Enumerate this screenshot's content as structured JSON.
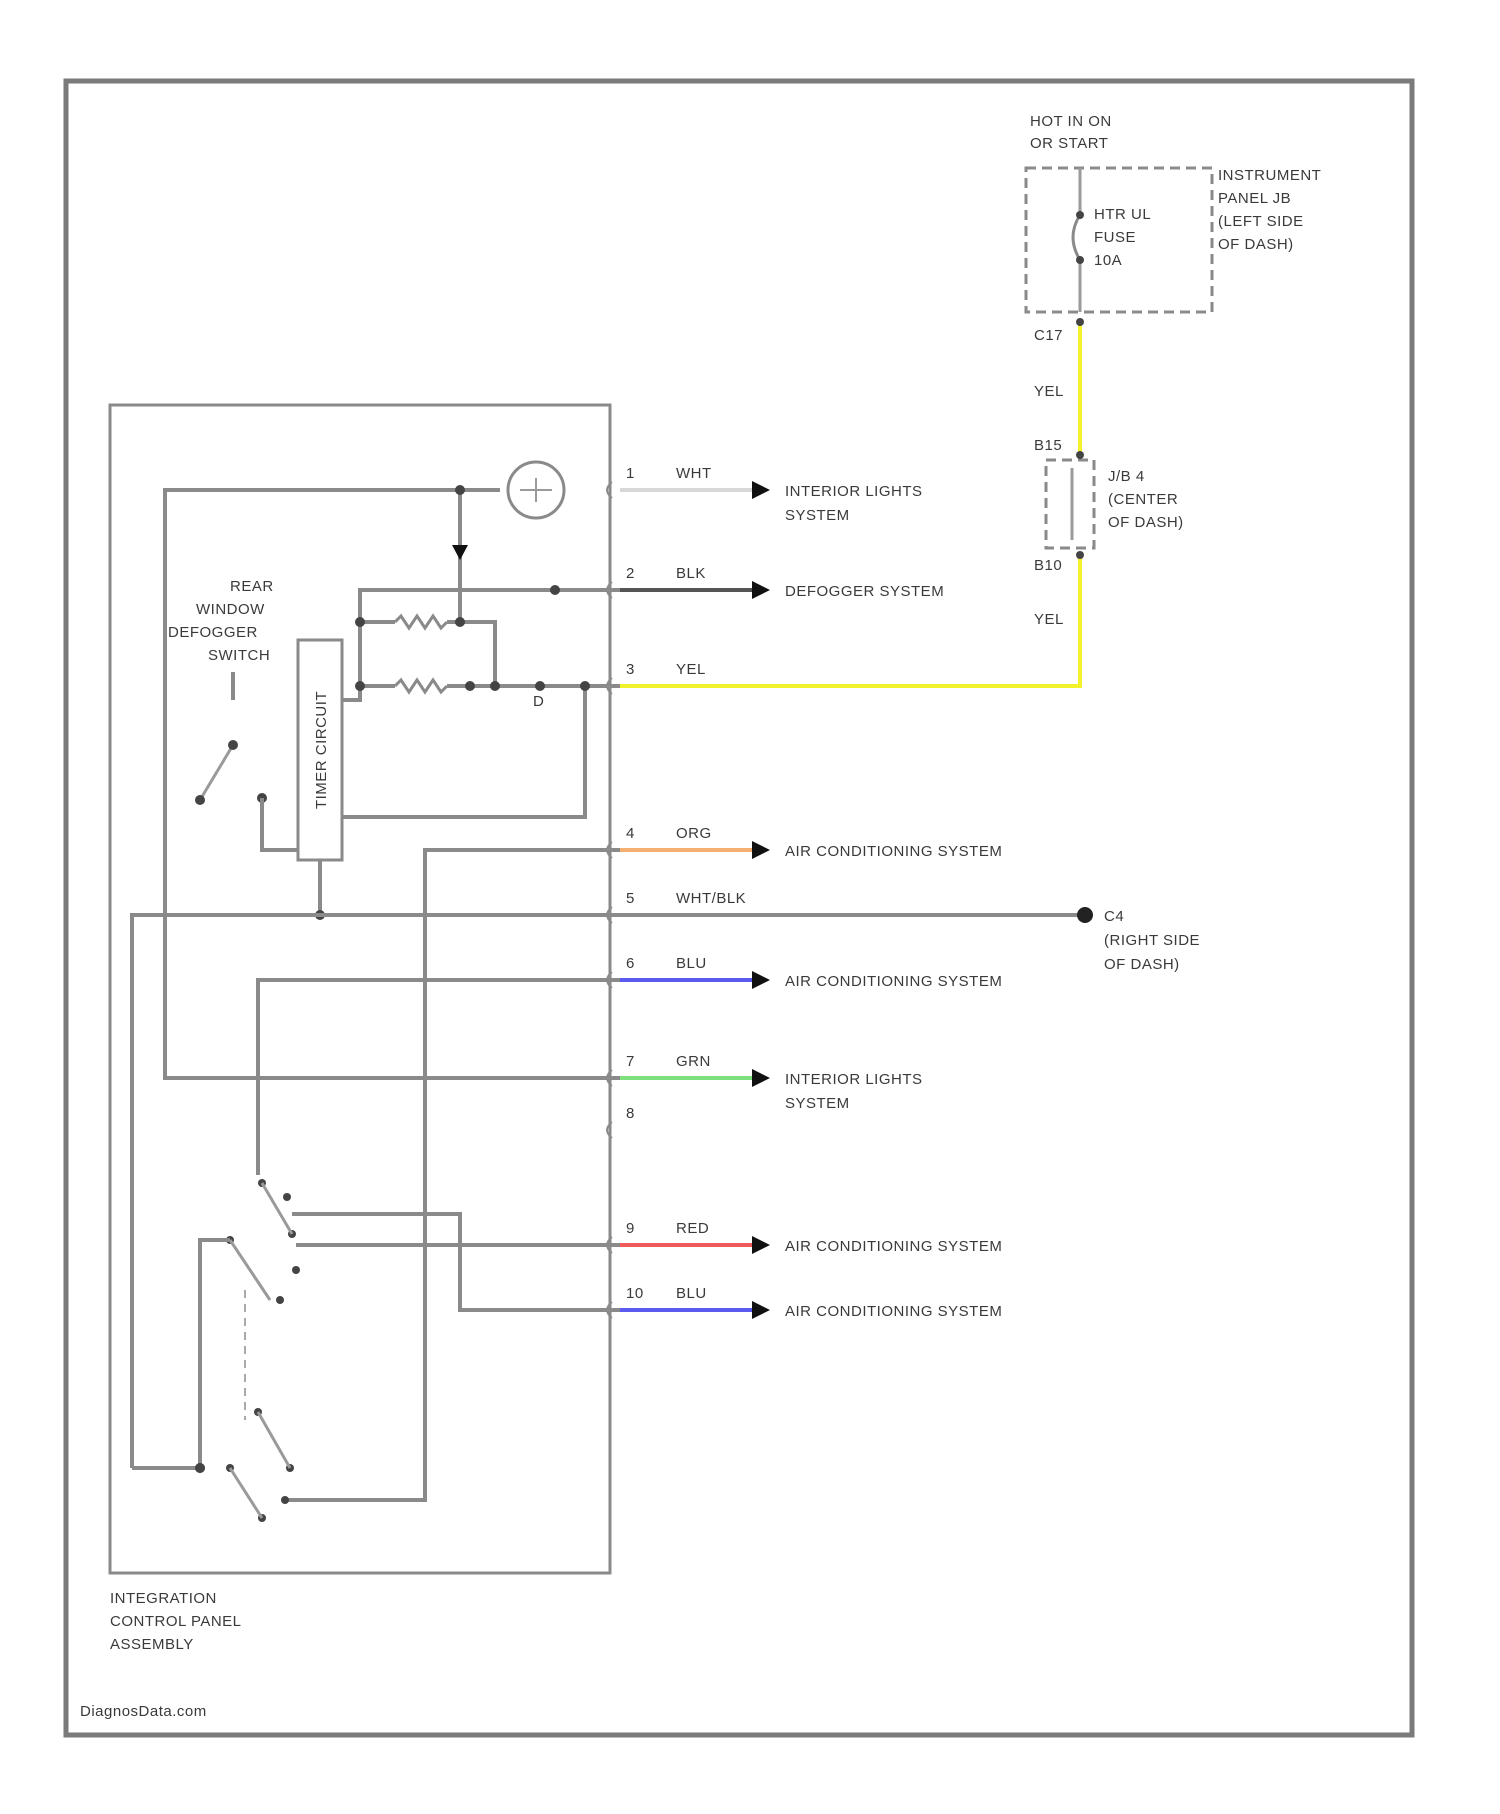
{
  "power": {
    "hot_label": [
      "HOT IN ON",
      "OR START"
    ],
    "panel_jb": [
      "INSTRUMENT",
      "PANEL JB",
      "(LEFT SIDE",
      "OF DASH)"
    ],
    "fuse": [
      "HTR UL",
      "FUSE",
      "10A"
    ],
    "conn_c17": "C17",
    "conn_b15": "B15",
    "conn_b10": "B10",
    "wire_color": "YEL",
    "jb4": [
      "J/B 4",
      "(CENTER",
      "OF DASH)"
    ]
  },
  "module": {
    "label": [
      "INTEGRATION",
      "CONTROL PANEL",
      "ASSEMBLY"
    ],
    "switch_label": [
      "REAR",
      "WINDOW",
      "DEFOGGER",
      "SWITCH"
    ],
    "timer_label": "TIMER CIRCUIT"
  },
  "pins": [
    {
      "num": "1",
      "wire": "WHT",
      "dest": [
        "INTERIOR LIGHTS",
        "SYSTEM"
      ],
      "color": "#d8d8d8"
    },
    {
      "num": "2",
      "wire": "BLK",
      "dest": [
        "DEFOGGER SYSTEM"
      ],
      "color": "#555555"
    },
    {
      "num": "3",
      "wire": "YEL",
      "dest": [],
      "color": "#ffff33"
    },
    {
      "num": "4",
      "wire": "ORG",
      "dest": [
        "AIR CONDITIONING SYSTEM"
      ],
      "color": "#f5b071"
    },
    {
      "num": "5",
      "wire": "WHT/BLK",
      "dest": [
        "C4",
        "(RIGHT SIDE",
        "OF DASH)"
      ],
      "color": "#9a9a9a"
    },
    {
      "num": "6",
      "wire": "BLU",
      "dest": [
        "AIR CONDITIONING SYSTEM"
      ],
      "color": "#5a5af0"
    },
    {
      "num": "7",
      "wire": "GRN",
      "dest": [
        "INTERIOR LIGHTS",
        "SYSTEM"
      ],
      "color": "#7de07d"
    },
    {
      "num": "8",
      "wire": "",
      "dest": [],
      "color": ""
    },
    {
      "num": "9",
      "wire": "RED",
      "dest": [
        "AIR CONDITIONING SYSTEM"
      ],
      "color": "#f05a5a"
    },
    {
      "num": "10",
      "wire": "BLU",
      "dest": [
        "AIR CONDITIONING SYSTEM"
      ],
      "color": "#5a5af0"
    }
  ],
  "footer": {
    "source": "DiagnosData.com"
  }
}
